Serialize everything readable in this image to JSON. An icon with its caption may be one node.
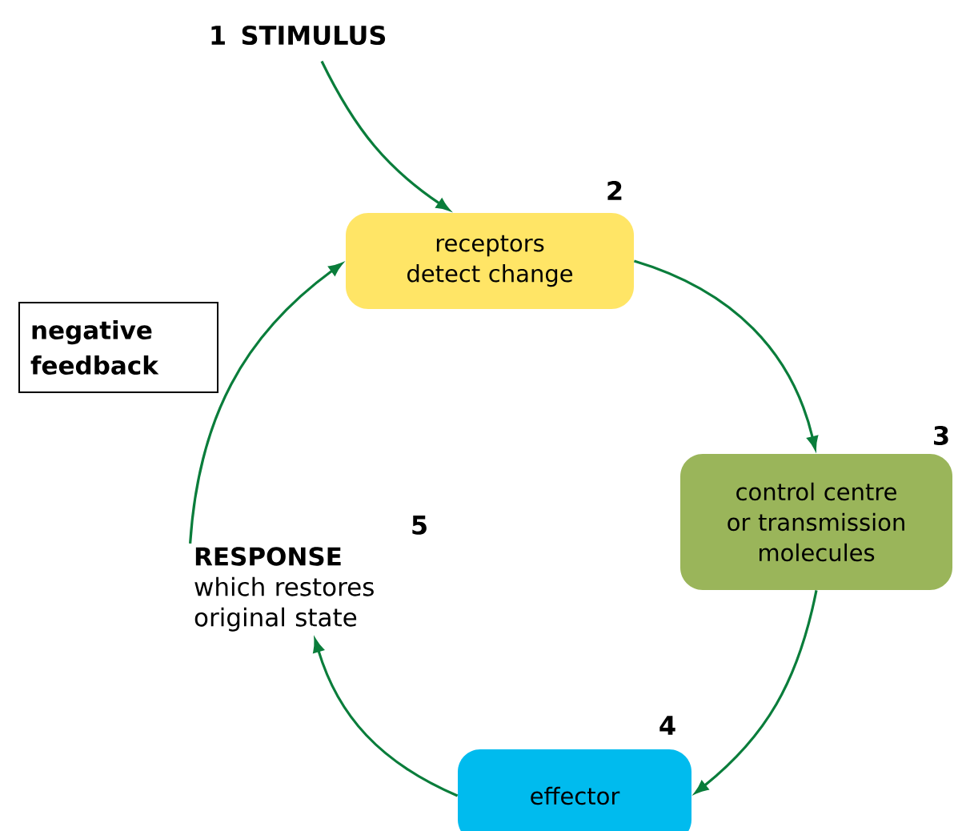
{
  "diagram": {
    "nodes": [
      {
        "text": [
          "STIMULUS"
        ],
        "beside": [
          "1"
        ]
      },
      {
        "text": [
          "receptors detect change"
        ],
        "beside": [
          "2"
        ]
      },
      {
        "text": [
          "control centre or transmission molecules"
        ],
        "beside": [
          "3"
        ]
      },
      {
        "text": [
          "effector"
        ],
        "beside": [
          "4"
        ]
      },
      {
        "text": [
          "RESPONSE",
          "which restores original state"
        ],
        "beside": [
          "5"
        ]
      },
      {
        "text": [
          "negative feedback"
        ]
      }
    ],
    "edges": [
      {
        "from": 0,
        "to": 1,
        "arrow": "to"
      },
      {
        "from": 1,
        "to": 2,
        "arrow": "to"
      },
      {
        "from": 2,
        "to": 3,
        "arrow": "to"
      },
      {
        "from": 3,
        "to": 4,
        "arrow": "to"
      },
      {
        "from": 4,
        "to": 1,
        "arrow": "to"
      }
    ]
  }
}
